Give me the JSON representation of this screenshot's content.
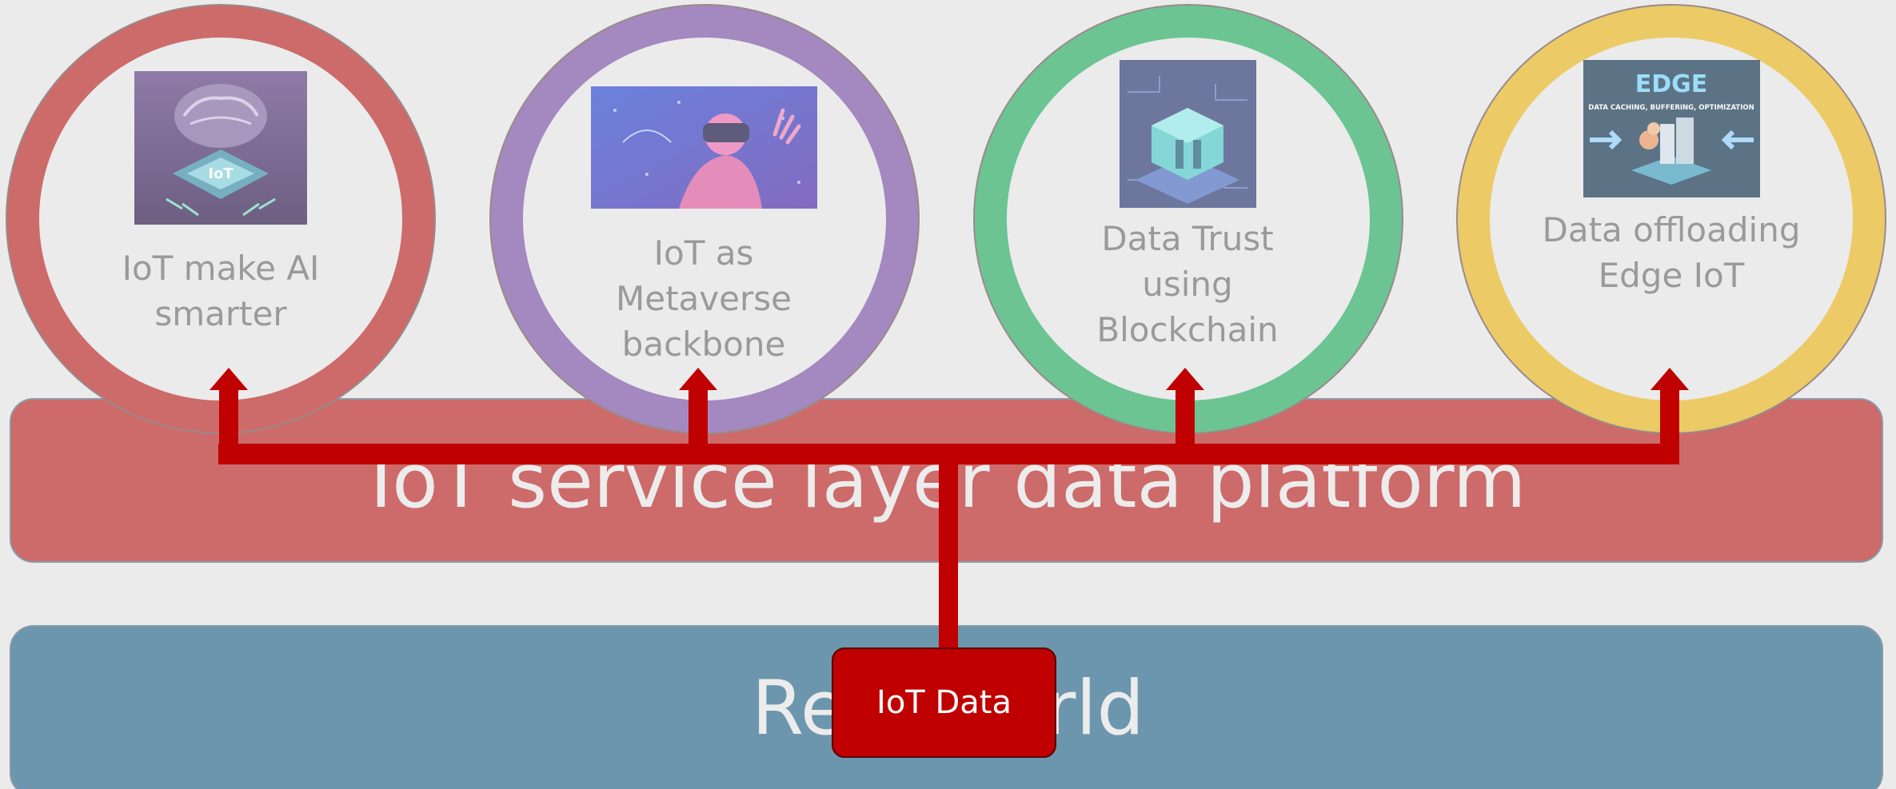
{
  "colors": {
    "background": "#ebebeb",
    "service_layer": "#cc6b6a",
    "real_world": "#6c96ad",
    "connector": "#c00000",
    "ring_ai": "#cc6b6a",
    "ring_metaverse": "#a488c0",
    "ring_trust": "#6cc493",
    "ring_edge": "#ecca66"
  },
  "layers": {
    "service": {
      "label": "IoT service layer data platform"
    },
    "world": {
      "label": "Real world"
    }
  },
  "source": {
    "label": "IoT Data"
  },
  "rings": [
    {
      "id": "ai",
      "label": "IoT make AI smarter",
      "image_icon": "ai-brain-chip-icon",
      "image_text": "IoT"
    },
    {
      "id": "metaverse",
      "label": "IoT as Metaverse backbone",
      "image_icon": "vr-headset-person-icon"
    },
    {
      "id": "trust",
      "label": "Data Trust using Blockchain",
      "image_icon": "blockchain-cube-icon"
    },
    {
      "id": "edge",
      "label": "Data offloading Edge IoT",
      "image_icon": "edge-server-icon",
      "image_title": "EDGE",
      "image_subtitle": "DATA CACHING, BUFFERING, OPTIMIZATION"
    }
  ]
}
